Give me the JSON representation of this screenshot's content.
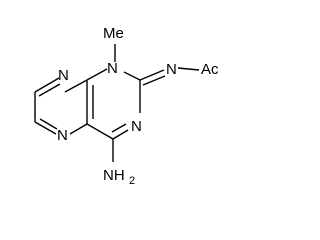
{
  "structure": {
    "atom_labels": {
      "methyl": "Me",
      "ring_n1": "N",
      "ring_n3": "N",
      "ring_n5": "N",
      "ring_n8": "N",
      "imine_n": "N",
      "acetyl": "Ac",
      "amine_n": "NH",
      "amine_sub": "2"
    }
  }
}
